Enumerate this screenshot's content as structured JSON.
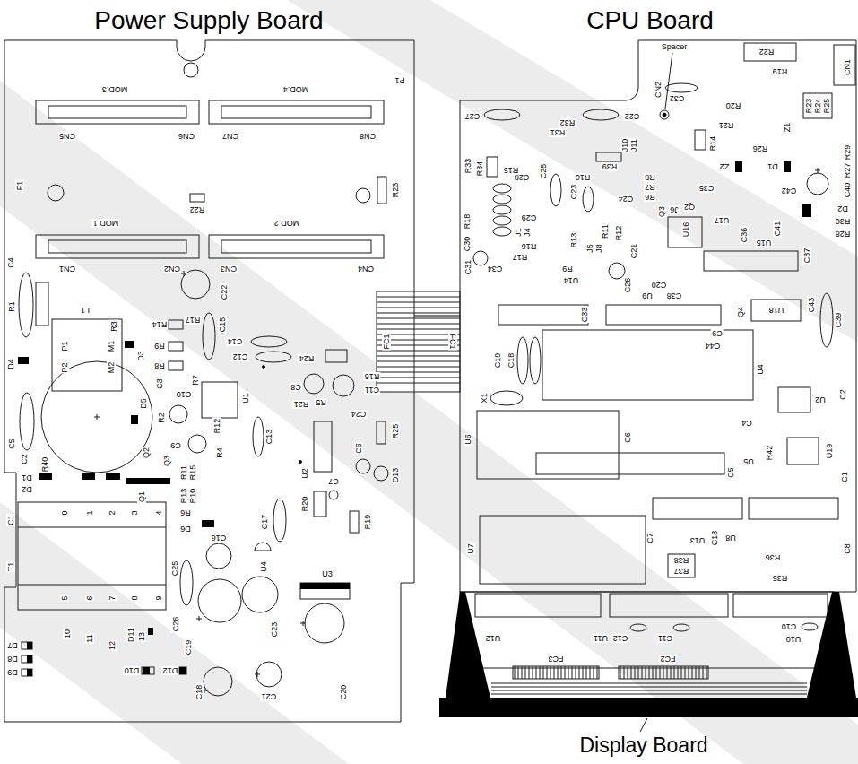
{
  "diagram": {
    "nodes": [
      {
        "text": [
          "Power Supply Board"
        ]
      },
      {
        "text": [
          "CPU Board"
        ]
      },
      {
        "text": [
          "Display Board"
        ]
      }
    ],
    "edges": [
      {
        "from": 0,
        "to": 1,
        "arrow": "none"
      }
    ],
    "labels": [
      "MOD.3",
      "MOD.4",
      "P1",
      "CN5",
      "CN6",
      "CN7",
      "CN8",
      "F1",
      "R22",
      "R23",
      "MOD.1",
      "MOD.2",
      "CN1",
      "CN2",
      "CN3",
      "CN4",
      "C4",
      "R1",
      "C22",
      "L1",
      "R3",
      "P1",
      "M1",
      "R14",
      "R17",
      "C15",
      "D4",
      "P2",
      "M2",
      "D3",
      "R9",
      "R8",
      "C14",
      "C12",
      "R24",
      "C3",
      "C10",
      "R7",
      "U1",
      "C8",
      "R16",
      "C11",
      "FC1",
      "D5",
      "R2",
      "R12",
      "R21",
      "R5",
      "C24",
      "C13",
      "R40",
      "C9",
      "Q2",
      "Q3",
      "R4",
      "R11",
      "R15",
      "U2",
      "C6",
      "R25",
      "D13",
      "C7",
      "C5",
      "C2",
      "D1",
      "D2",
      "Q1",
      "R13",
      "R10",
      "R6",
      "D6",
      "R20",
      "R19",
      "C17",
      "C16",
      "C25",
      "U4",
      "U3",
      "C1",
      "T1",
      "0",
      "1",
      "2",
      "3",
      "4",
      "5",
      "6",
      "7",
      "8",
      "9",
      "C26",
      "C19",
      "C23",
      "D7",
      "D8",
      "D9",
      "10",
      "11",
      "12",
      "D11",
      "13",
      "D10",
      "D12",
      "C18",
      "C21",
      "C20",
      "Spacer",
      "R22",
      "R19",
      "CN1",
      "CN2",
      "C32",
      "R20",
      "R23",
      "R24",
      "R25",
      "Z1",
      "R21",
      "C27",
      "C22",
      "R32",
      "R31",
      "J10",
      "J11",
      "R14",
      "R26",
      "R29",
      "R27",
      "C40",
      "R33",
      "R34",
      "R15",
      "R39",
      "R10",
      "R8",
      "R7",
      "R6",
      "C24",
      "Q3",
      "J6",
      "Q2",
      "C35",
      "Z2",
      "D1",
      "U17",
      "C42",
      "D2",
      "R30",
      "R28",
      "C28",
      "C25",
      "C23",
      "C29",
      "J1",
      "J4",
      "R16",
      "R18",
      "C30",
      "C31",
      "R17",
      "R13",
      "R11",
      "R12",
      "J5",
      "J8",
      "C21",
      "U16",
      "C36",
      "U15",
      "C41",
      "R9",
      "U14",
      "C34",
      "C26",
      "C20",
      "C38",
      "U9",
      "C37",
      "C33",
      "C9",
      "C44",
      "Q4",
      "U18",
      "C43",
      "C39",
      "C19",
      "C18",
      "U4",
      "U2",
      "C2",
      "X1",
      "C4",
      "U6",
      "C6",
      "U5",
      "R42",
      "U19",
      "C1",
      "C5",
      "U7",
      "C7",
      "U13",
      "C13",
      "U8",
      "R38",
      "R37",
      "R36",
      "R35",
      "C8",
      "FC1",
      "U12",
      "U11",
      "C12",
      "C11",
      "U10",
      "C10",
      "FC3",
      "FC2"
    ]
  }
}
